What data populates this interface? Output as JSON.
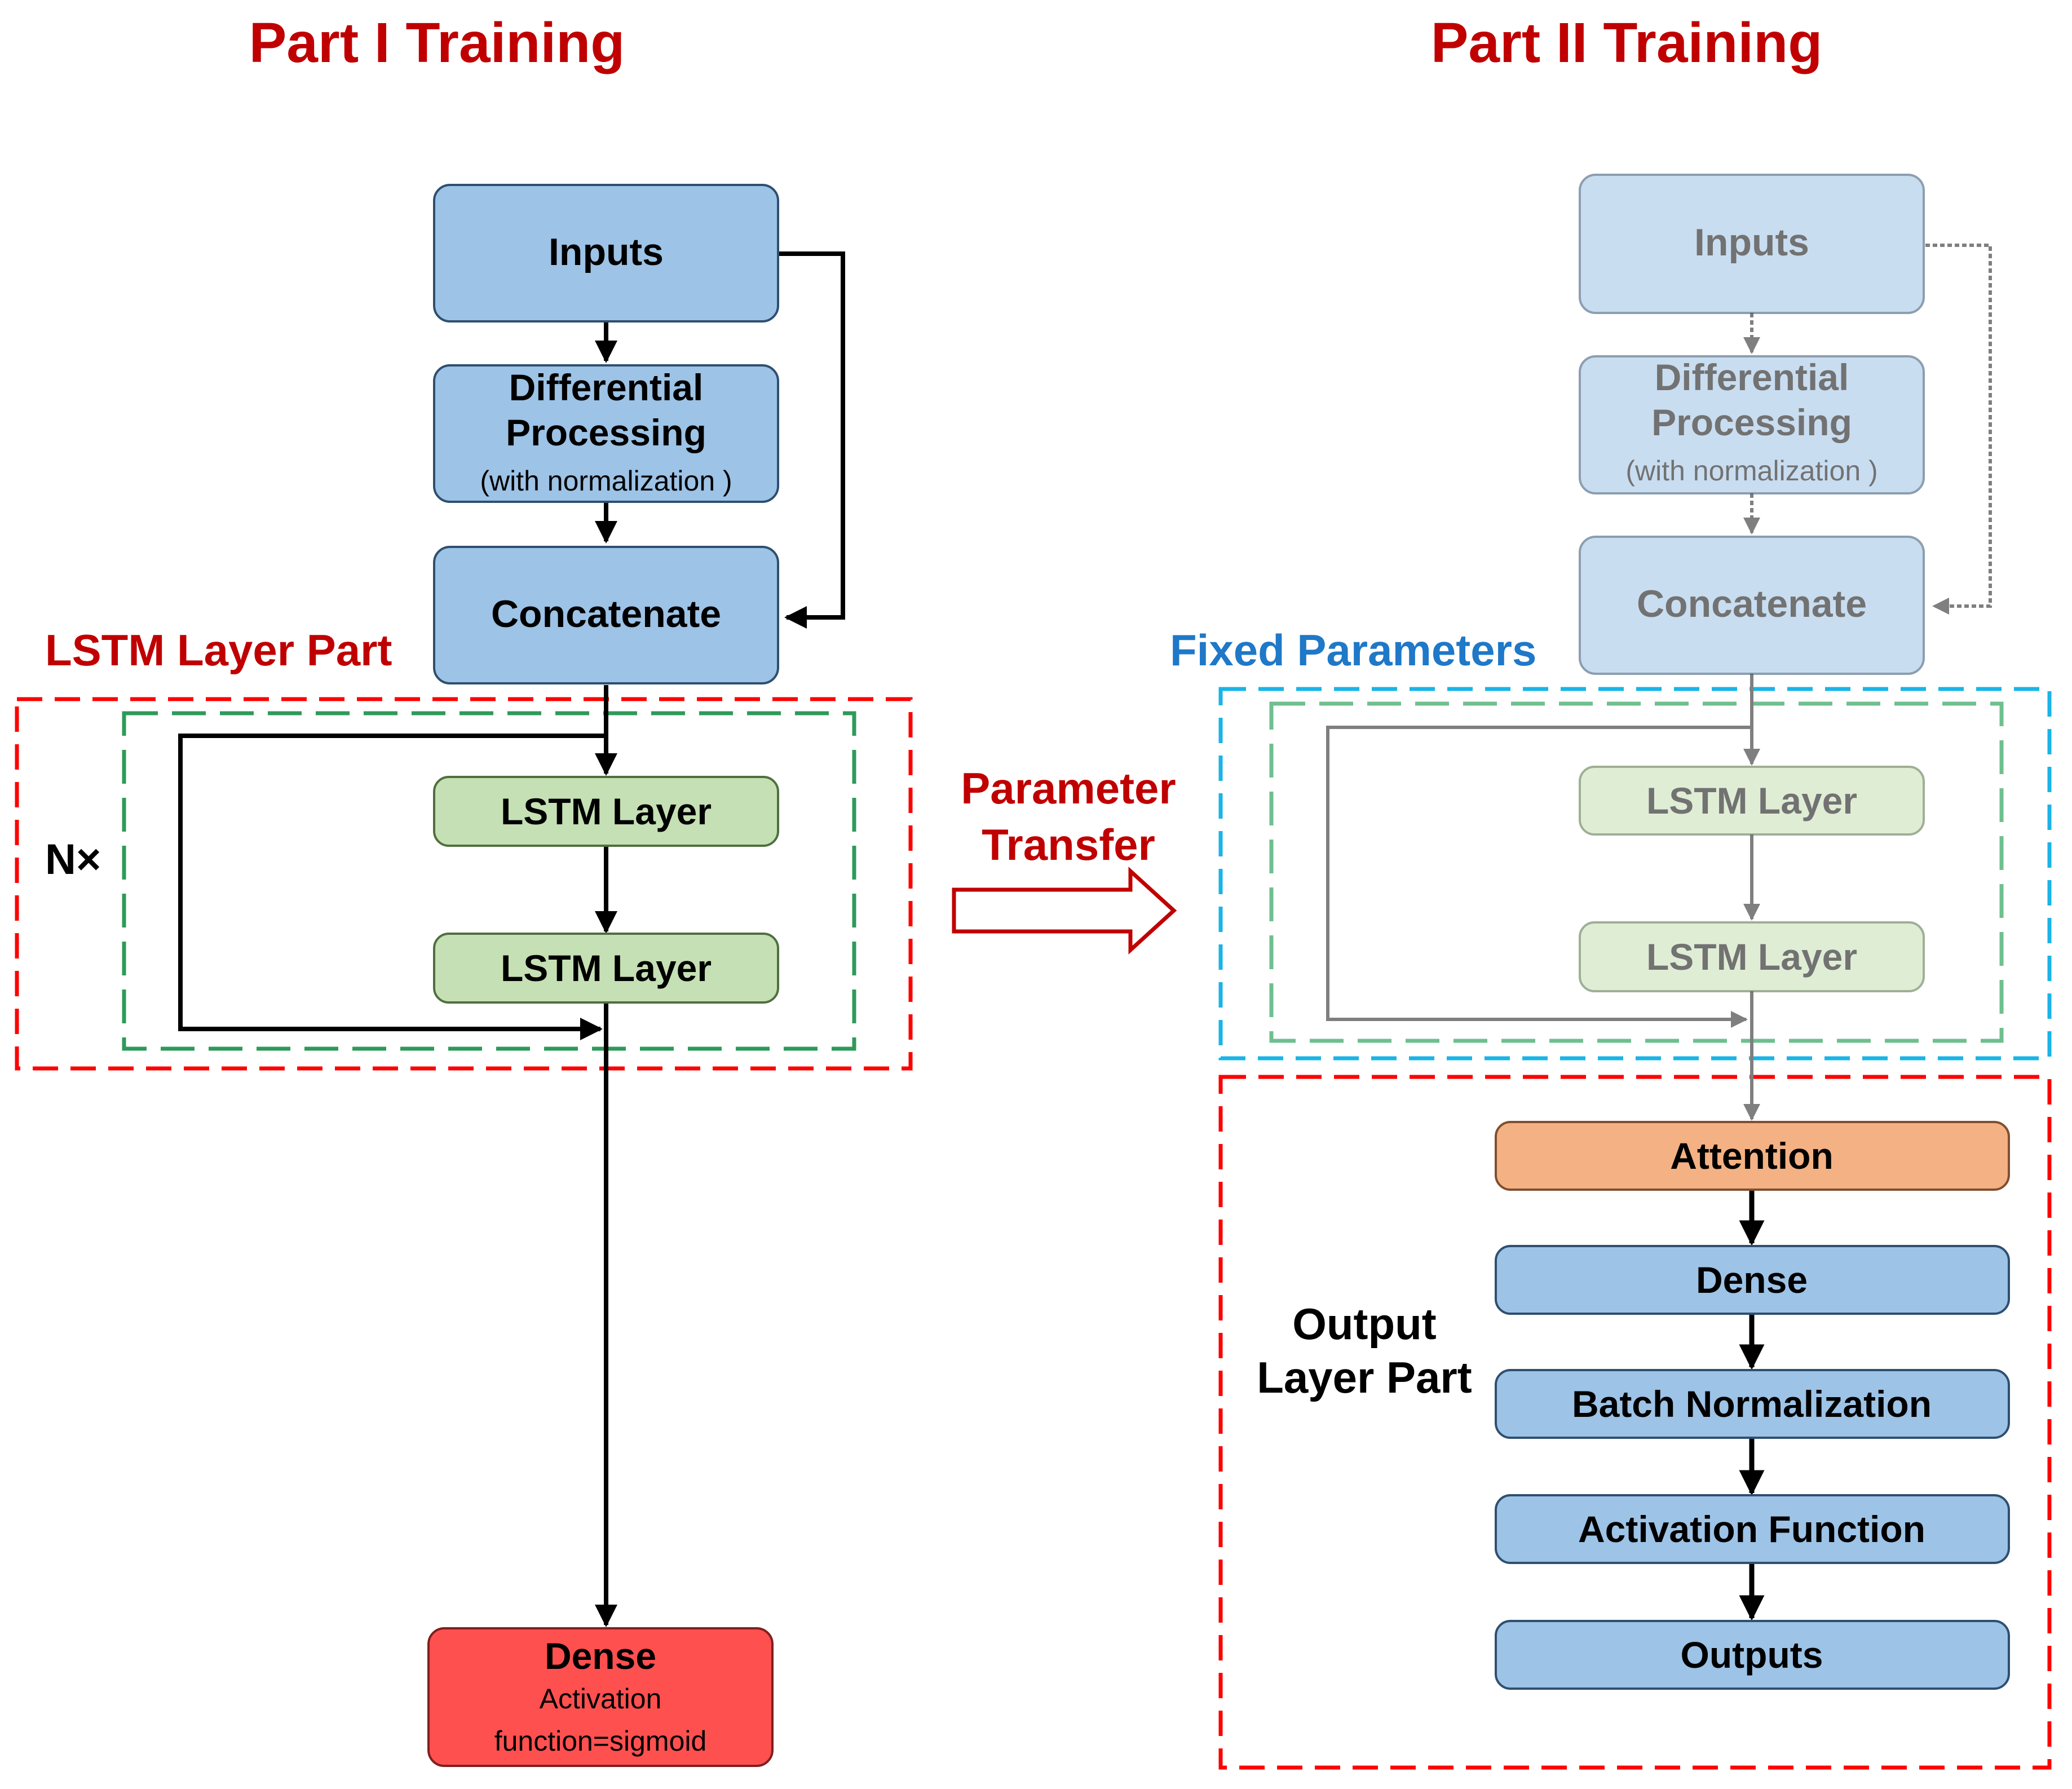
{
  "titles": {
    "part1": "Part I Training",
    "part2": "Part II Training"
  },
  "part1": {
    "inputs": "Inputs",
    "differential_line1": "Differential",
    "differential_line2": "Processing",
    "differential_note": "(with normalization )",
    "concatenate": "Concatenate",
    "lstm_section_label": "LSTM Layer Part",
    "repeat_label": "N×",
    "lstm1": "LSTM Layer",
    "lstm2": "LSTM Layer",
    "dense_title": "Dense",
    "dense_line1": "Activation",
    "dense_line2": "function=sigmoid"
  },
  "transfer": {
    "line1": "Parameter",
    "line2": "Transfer"
  },
  "part2": {
    "inputs": "Inputs",
    "differential_line1": "Differential",
    "differential_line2": "Processing",
    "differential_note": "(with normalization )",
    "concatenate": "Concatenate",
    "fixed_label": "Fixed Parameters",
    "lstm1": "LSTM Layer",
    "lstm2": "LSTM Layer",
    "output_label_line1": "Output",
    "output_label_line2": "Layer Part",
    "attention": "Attention",
    "dense": "Dense",
    "batch_norm": "Batch Normalization",
    "activation": "Activation Function",
    "outputs": "Outputs"
  },
  "colors": {
    "title_red": "#C00000",
    "fixed_blue": "#1F78C8",
    "box_blue": "#9DC3E6",
    "box_green": "#C5E0B4",
    "box_orange": "#F4B183",
    "box_red": "#FF5050",
    "dash_red": "#FF0000",
    "dash_green": "#2E9A5A",
    "dash_cyan": "#19B4E8"
  }
}
